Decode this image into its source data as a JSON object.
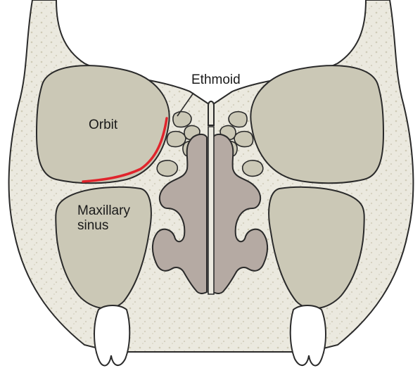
{
  "labels": {
    "ethmoid": "Ethmoid",
    "orbit": "Orbit",
    "maxillary_line1": "Maxillary",
    "maxillary_line2": "sinus"
  },
  "colors": {
    "bone": "#ebe9df",
    "bone_speckle": "#cfcbb8",
    "outline": "#2a2a2a",
    "sinus_cavity": "#cbc8b6",
    "nasal_tissue": "#b5aaa3",
    "highlight_line": "#e0242c",
    "tooth": "#ffffff"
  }
}
